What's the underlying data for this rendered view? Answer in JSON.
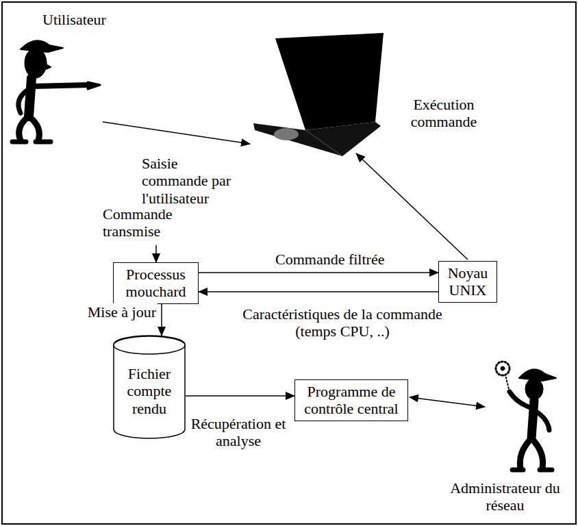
{
  "diagram": {
    "nodes": [
      {
        "text": [
          "Processus mouchard"
        ]
      },
      {
        "text": [
          "Noyau UNIX"
        ]
      },
      {
        "text": [
          "Fichier compte rendu"
        ]
      },
      {
        "text": [
          "Programme de contrôle central"
        ]
      }
    ],
    "edges": [
      {
        "from": 0,
        "to": 1,
        "label": "Commande filtrée",
        "arrow": "to"
      },
      {
        "from": 1,
        "to": 0,
        "label": "Caractéristiques de la commande (temps CPU, ..)",
        "arrow": "to"
      },
      {
        "from": 0,
        "to": 2,
        "label": "Mise à jour",
        "arrow": "to"
      },
      {
        "from": 2,
        "to": 3,
        "label": "Récupération et analyse",
        "arrow": "to"
      }
    ],
    "labels": [
      "Utilisateur",
      "Saisie commande par l'utilisateur",
      "Commande transmise",
      "Exécution commande",
      "Administrateur du réseau"
    ]
  }
}
